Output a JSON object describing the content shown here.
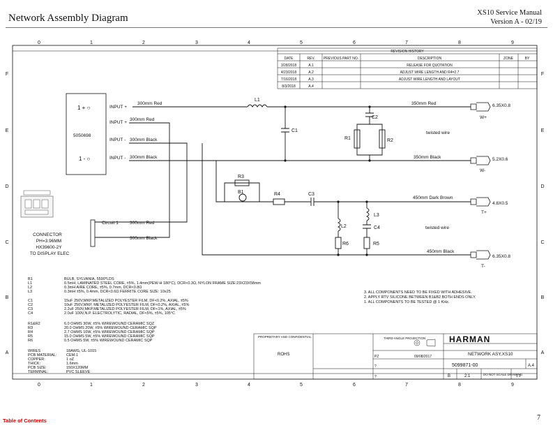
{
  "header": {
    "title": "Network Assembly Diagram",
    "product": "XS10 Service Manual",
    "version": "Version A - 02/19"
  },
  "footer": {
    "toc_link": "Table of Contents",
    "page_number": "7"
  },
  "grid": {
    "columns_top": [
      "0",
      "1",
      "2",
      "3",
      "4",
      "5",
      "6",
      "7",
      "8",
      "9"
    ],
    "columns_bottom": [
      "0",
      "1",
      "2",
      "3",
      "4",
      "5",
      "6",
      "7",
      "8",
      "9"
    ],
    "rows_left": [
      "F",
      "E",
      "D",
      "C",
      "B",
      "A"
    ],
    "rows_right": [
      "F",
      "E",
      "D",
      "C",
      "B",
      "A"
    ]
  },
  "revision_history": {
    "title": "REVISION HISTORY",
    "headers": [
      "DATE",
      "REV.",
      "PREVIOUS PART NO.",
      "DESCRIPTION",
      "ZONE",
      "BY"
    ],
    "rows": [
      [
        "3/28/2018",
        "A.1",
        "",
        "RELEASE FOR QUOTATION",
        "",
        ""
      ],
      [
        "4/23/2018",
        "A.2",
        "",
        "ADJUST WIRE LENGTH AND R4=2.7",
        "",
        ""
      ],
      [
        "7/16/2018",
        "A.3",
        "",
        "ADJUST WIRE LENGTH AND LAYOUT",
        "",
        ""
      ],
      [
        "8/3/2018",
        "A.4",
        "",
        "",
        "",
        ""
      ]
    ]
  },
  "module": {
    "in_plus": "1 + ○",
    "part": "5050698",
    "in_minus": "1 - ○",
    "pins": [
      "INPUT +",
      "INPUT +",
      "INPUT -",
      "INPUT -"
    ]
  },
  "wires": {
    "w1": "300mm Red",
    "w2": "300mm Red",
    "w3": "300mm Black",
    "w4": "300mm Black",
    "out_top": "350mm Red",
    "out_w": "350mm Black",
    "out_t": "450mm Dark Brown",
    "out_bottom": "450mm Black",
    "circ1": "300mm Red",
    "circ2": "300mm Black",
    "circuit_label": "Circuit 1"
  },
  "components": {
    "L1": "L1",
    "C1": "C1",
    "C2": "C2",
    "R1": "R1",
    "R2": "R2",
    "R3": "R3",
    "B1": "B1",
    "R4": "R4",
    "C3": "C3",
    "L2": "L2",
    "L3": "L3",
    "C4": "C4",
    "R5": "R5",
    "R6": "R6"
  },
  "twisted": [
    "twisted wire",
    "twisted wire"
  ],
  "terminals": [
    {
      "size": "6.35X0.8",
      "tag": "W+"
    },
    {
      "size": "5.2X0.6",
      "tag": "W-"
    },
    {
      "size": "4.8X0.5",
      "tag": "T+"
    },
    {
      "size": "6.35X0.8",
      "tag": "T-"
    }
  ],
  "connector": {
    "label": "CONNECTOR",
    "spec1": "PH=3.96MM",
    "spec2": "HX39600-2Y",
    "spec3": "TO DISPLAY ELEC"
  },
  "notes": [
    "3.  ALL COMPONENTS NEED TO BE FIXED WITH ADHESIVE.",
    "2.  APPLY RTV SILICONE BETWEEN B1&B2 BOTH ENDS ONLY.",
    "1.  ALL COMPONENTS TO BE TESTED @ 1 KHz."
  ],
  "bom": [
    {
      "ref": "B1",
      "desc": "BULB, SYLVANIA, 5590*LDS"
    },
    {
      "ref": "L1",
      "desc": "0.5mH, LAMINATED STEEL CORE, ±5%, 1.4mm(PEW-H 180°C), DCR<0.3Ω, NYLON FRAME SIZE:23X23X58mm"
    },
    {
      "ref": "L2",
      "desc": "0.3mH AIRE CORE, ±5%, 0.7mm, DCR<0.8Ω"
    },
    {
      "ref": "L3",
      "desc": "0.3mH ±5%, 0.4mm, DCR<0.6Ω FERRITE CORE SIZE: 10x25"
    },
    {
      "ref": "C1",
      "desc": "15uF 250V,MKP,METALIZED POLYESTER FILM, DF<0.2%, AXIAL, ±5%"
    },
    {
      "ref": "C2",
      "desc": "10uF 250V,MKP, METALIZED POLYESTER FILM, DF<0.2%, AXIAL, ±5%"
    },
    {
      "ref": "C3",
      "desc": "2.2uF 250V,MKP,METALIZED POLYESTER FILM, DF<1%, AXIAL, ±5%"
    },
    {
      "ref": "C4",
      "desc": "2.0uF 100V,N.P. ELECTROLYTIC, RADIAL, DF<5%, ±5%, 105°C"
    },
    {
      "ref": "R1&R2",
      "desc": "6.0   OHMS 30W, ±5% WIREWOUND CERAMIC SQZ"
    },
    {
      "ref": "R3",
      "desc": "20.0  OHMS 20W, ±5% WIREWOUND CERAMIC SQP"
    },
    {
      "ref": "R4",
      "desc": "2.7   OHMS 10W, ±5% WIREWOUND CERAMIC SQP"
    },
    {
      "ref": "R5",
      "desc": "15.0  OHMS 5W, ±5% WIREWOUND CERAMIC SQP"
    },
    {
      "ref": "R6",
      "desc": "0.5   OHMS 5W, ±5% WIREWOUND CERAMIC SQP"
    }
  ],
  "materials": [
    {
      "k": "WIRES",
      "v": "18AWG, UL-1015"
    },
    {
      "k": "PCB MATERIAL:",
      "v": "CEM-1"
    },
    {
      "k": "COPPER:",
      "v": "1 oZ"
    },
    {
      "k": "THICK:",
      "v": "1.6mm"
    },
    {
      "k": "PCB SIZE:",
      "v": "150X120MM"
    },
    {
      "k": "TERMINAL:",
      "v": "PVC SLEEVE"
    }
  ],
  "title_block": {
    "proprietary": "PROPRIETARY AND CONFIDENTIAL",
    "rohs": "ROHS",
    "projection": "THIRD ANGLE PROJECTION",
    "brand": "HARMAN",
    "title": "NETWORK ASY,XS10",
    "drawn_by": "PZ",
    "date": "09/08/2017",
    "part_no": "5099871-00",
    "rev": "A.4",
    "size": "B",
    "scale": "2:1",
    "dno": "DO NOT SCALE DRAWING",
    "sheet": "1  2",
    "q1": "?",
    "q2": "?"
  },
  "colors": {
    "line": "#111111",
    "red_text": "#cc0000",
    "grid_line": "#444444"
  }
}
